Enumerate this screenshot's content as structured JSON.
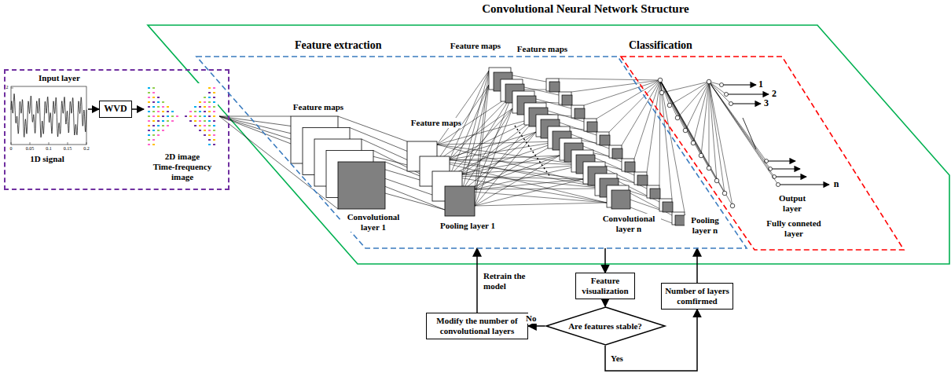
{
  "diagram": {
    "title": "Convolutional Neural Network Structure",
    "nodes": [
      {
        "text": [
          "Input layer"
        ]
      },
      {
        "text": [
          "WVD"
        ],
        "in": 0
      },
      {
        "text": [
          "Feature extraction"
        ]
      },
      {
        "text": [
          "Classification"
        ]
      },
      {
        "text": [
          "Feature visualization"
        ]
      },
      {
        "text": [
          "Are features stable?"
        ]
      },
      {
        "text": [
          "Modify the number of convolutional layers"
        ]
      },
      {
        "text": [
          "Number of layers comfirmed"
        ]
      }
    ],
    "edges": [
      {
        "from": 2,
        "to": 4,
        "arrow": "to"
      },
      {
        "from": 4,
        "to": 5,
        "arrow": "to"
      },
      {
        "from": 5,
        "to": 6,
        "arrow": "to",
        "label": "No"
      },
      {
        "from": 6,
        "to": 2,
        "arrow": "to",
        "label": "Retrain the model"
      },
      {
        "from": 5,
        "to": 7,
        "arrow": "to",
        "label": "Yes"
      },
      {
        "from": 7,
        "to": 2,
        "arrow": "to"
      }
    ],
    "labels": [
      "1D signal",
      "2D image",
      "Time-frequency image",
      "Feature maps",
      "Convolutional layer 1",
      "Feature maps",
      "Pooling layer 1",
      "Feature maps",
      "Feature maps",
      "Convolutional layer n",
      "Pooling layer n",
      "1",
      "2",
      "3",
      "n",
      "Output layer",
      "Fully conneted layer",
      "0",
      "0.05",
      "0.1",
      "0.15",
      "0.2",
      "2"
    ]
  }
}
